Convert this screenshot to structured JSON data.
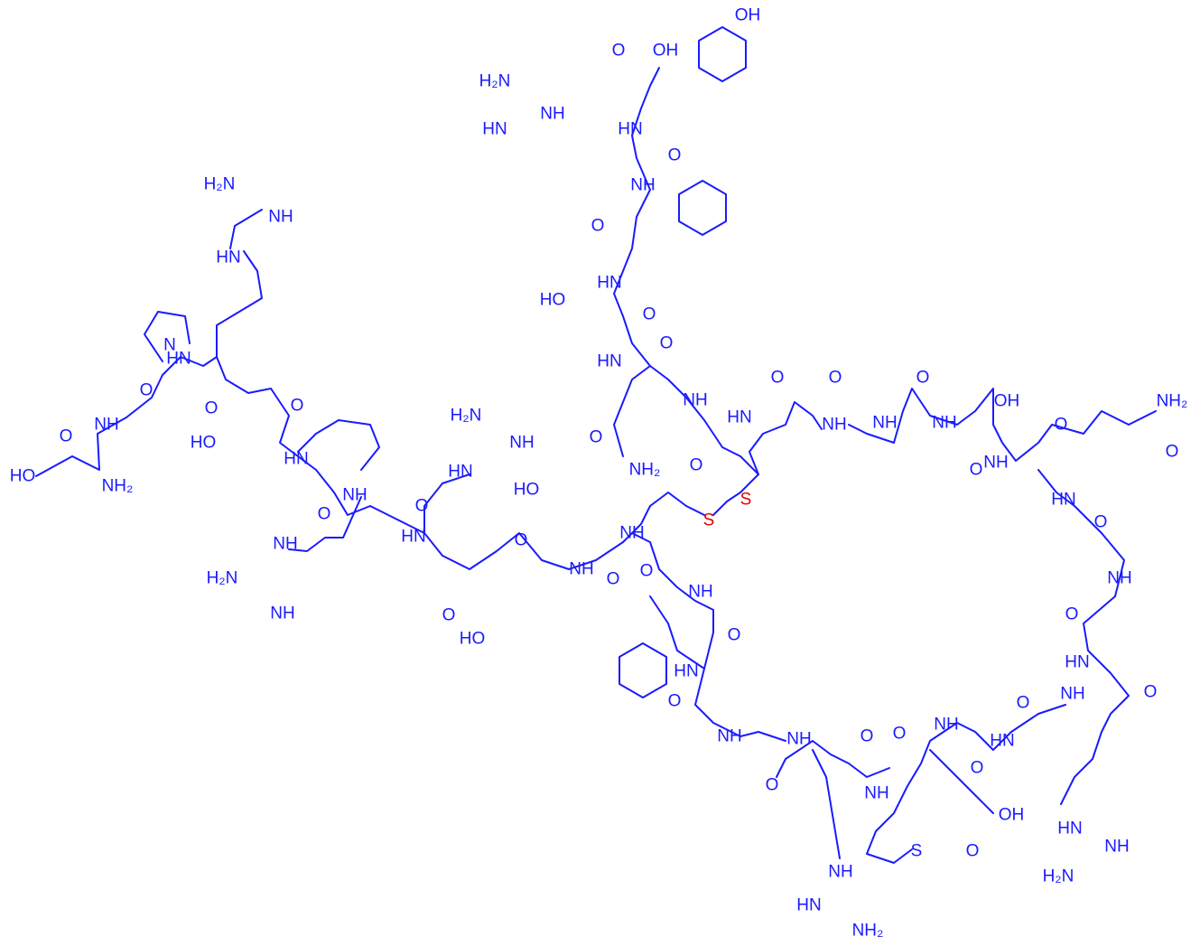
{
  "diagram": {
    "type": "chemical-structure",
    "colors": {
      "atoms_and_bonds": "#1a1aff",
      "sulfur_disulfide": "#e00000"
    },
    "atom_labels": [
      "OH",
      "O",
      "OH",
      "H₂N",
      "NH",
      "HN",
      "HN",
      "O",
      "NH",
      "O",
      "HN",
      "HO",
      "O",
      "HN",
      "O",
      "NH",
      "O",
      "NH₂",
      "O",
      "HN",
      "O",
      "NH",
      "O",
      "NH",
      "O",
      "NH",
      "OH",
      "O",
      "NH",
      "O",
      "NH₂",
      "O",
      "HN",
      "O",
      "NH",
      "O",
      "HN",
      "O",
      "O",
      "NH",
      "HN",
      "O",
      "OH",
      "O",
      "S",
      "HN",
      "NH",
      "H₂N",
      "NH",
      "HN",
      "NH₂",
      "O",
      "NH",
      "O",
      "NH",
      "O",
      "NH",
      "O",
      "S",
      "S",
      "NH",
      "O",
      "HN",
      "O",
      "NH",
      "O",
      "HO",
      "HO",
      "NH",
      "O",
      "NH",
      "O",
      "H₂N",
      "NH",
      "HN",
      "HN",
      "NH",
      "H₂N",
      "NH",
      "O",
      "HO",
      "O",
      "HN",
      "O",
      "NH",
      "O",
      "HN",
      "O",
      "N",
      "HO",
      "NH₂",
      "O",
      "NH",
      "H₂N",
      "NH",
      "HN"
    ],
    "red_label_indices": [
      58,
      59
    ]
  }
}
